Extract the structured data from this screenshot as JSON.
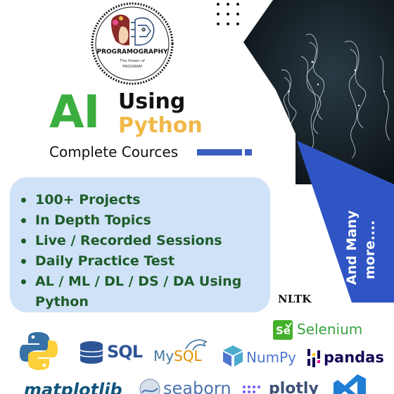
{
  "brand": {
    "name": "PROGRAMOGRAPHY",
    "tagline_line1": "The Power of",
    "tagline_line2": "PROGRAM"
  },
  "headline": {
    "ai": "AI",
    "using": "Using",
    "python": "Python",
    "subtitle": "Complete Cources"
  },
  "features": [
    "100+ Projects",
    "In Depth Topics",
    "Live / Recorded Sessions",
    "Daily Practice Test",
    "AL / ML / DL / DS / DA Using",
    "Python"
  ],
  "side_banner": {
    "line1": "And Many",
    "line2": "more...."
  },
  "tech": {
    "nltk": "NLTK",
    "selenium_badge": "Se",
    "selenium": "Selenium",
    "sql": "SQL",
    "mysql_my": "My",
    "mysql_sql": "SQL",
    "numpy": "NumPy",
    "pandas": "pandas",
    "matplotlib": "matplotlib",
    "seaborn": "seaborn",
    "plotly": "plotly"
  },
  "icons": {
    "python": "python-logo-icon",
    "database": "database-icon",
    "mysql": "dolphin-icon",
    "numpy": "numpy-cube-icon",
    "pandas": "pandas-bars-icon",
    "seaborn": "seaborn-icon",
    "plotly": "plotly-dots-icon",
    "vscode": "vscode-icon",
    "selenium": "selenium-icon"
  },
  "colors": {
    "ai_green": "#3aae3f",
    "python_yellow": "#f0b94a",
    "feature_text": "#1e5c2a",
    "feature_box": "#cfe2f7",
    "accent_blue": "#3b5fc0"
  }
}
